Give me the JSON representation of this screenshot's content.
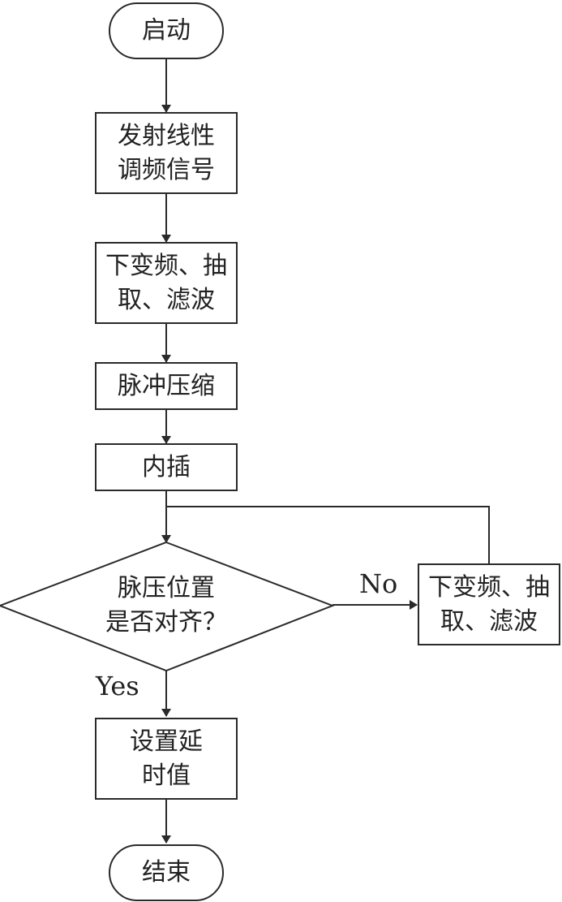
{
  "nodes": {
    "start": "启动",
    "emit": [
      "发射线性",
      "调频信号"
    ],
    "proc1": [
      "下变频、抽",
      "取、滤波"
    ],
    "pulse": "脉冲压缩",
    "interp": "内插",
    "decision": [
      "脉压位置",
      "是否对齐？"
    ],
    "proc2": [
      "下变频、抽",
      "取、滤波"
    ],
    "delay": [
      "设置延",
      "时值"
    ],
    "end": "结束"
  },
  "edges": {
    "no_label": "No",
    "yes_label": "Yes"
  },
  "colors": {
    "stroke": "#2a2a2a",
    "background": "#ffffff",
    "text": "#222222"
  }
}
